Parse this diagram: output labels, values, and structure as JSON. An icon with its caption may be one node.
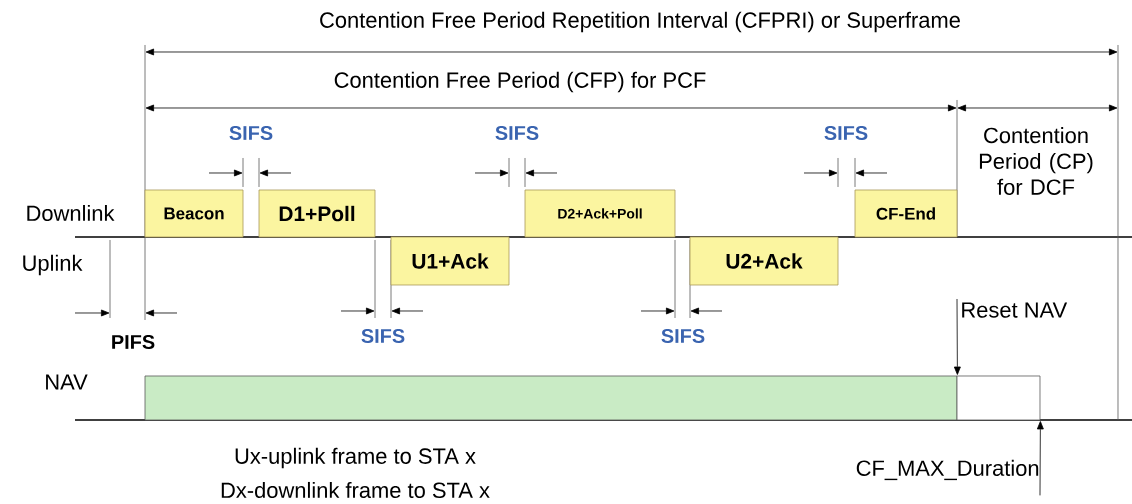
{
  "diagram": {
    "nodes": [
      {
        "text": [
          "Beacon"
        ]
      },
      {
        "text": [
          "D1+Poll"
        ]
      },
      {
        "text": [
          "D2+Ack+Poll"
        ]
      },
      {
        "text": [
          "CF-End"
        ]
      },
      {
        "text": [
          "U1+Ack"
        ]
      },
      {
        "text": [
          "U2+Ack"
        ]
      },
      {
        "text": [],
        "shape": "bar"
      },
      {
        "text": [],
        "shape": "box"
      },
      {
        "text": [
          "Reset NAV"
        ]
      },
      {
        "text": [
          "CF_MAX_Duration"
        ]
      }
    ],
    "edges": [
      {
        "from": 8,
        "to": 6,
        "arrow": "to"
      },
      {
        "from": 9,
        "to": 7,
        "arrow": "to"
      }
    ],
    "labels": [
      "Contention Free Period Repetition Interval (CFPRI) or Superframe",
      "Contention Free Period (CFP) for PCF",
      "SIFS",
      "SIFS",
      "SIFS",
      "Contention Period (CP) for DCF",
      "Downlink",
      "Uplink",
      "PIFS",
      "SIFS",
      "SIFS",
      "NAV",
      "Ux-uplink frame to STA x",
      "Dx-downlink frame to STA x"
    ]
  }
}
